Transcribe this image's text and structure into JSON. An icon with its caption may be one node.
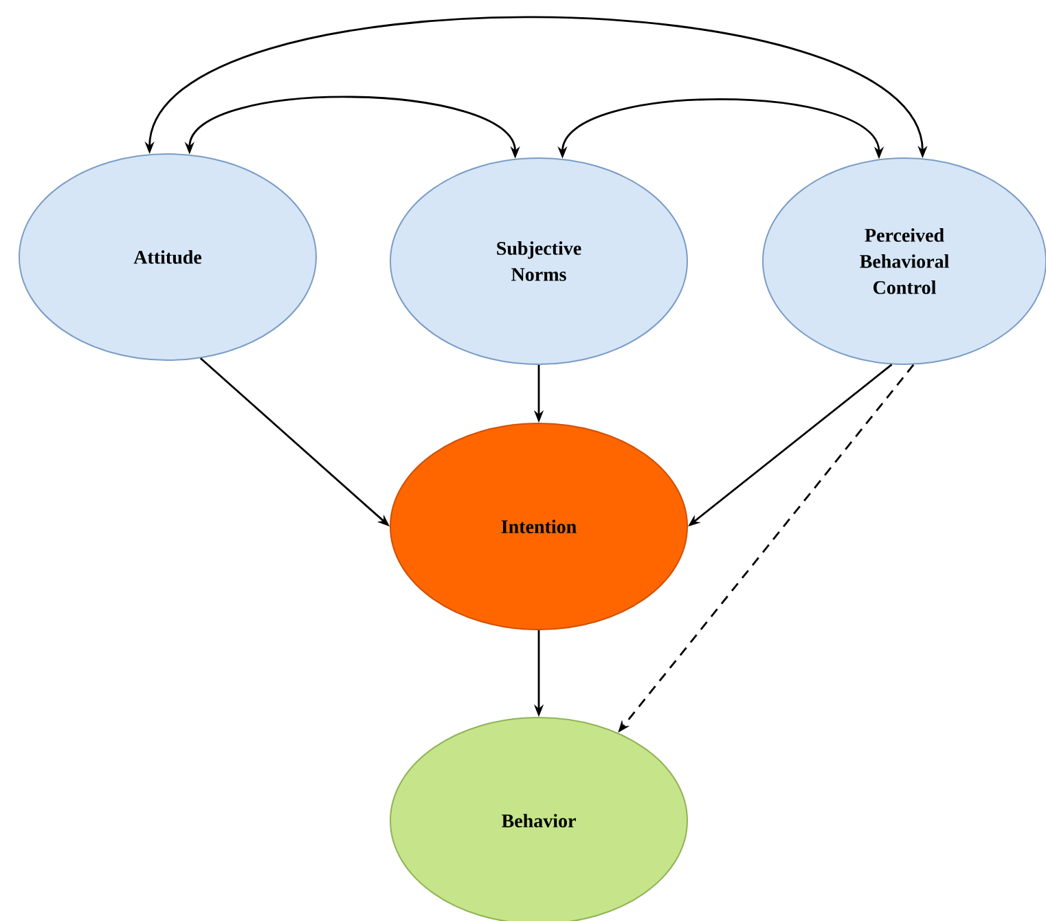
{
  "diagram": {
    "nodes": [
      {
        "text": [
          "Attitude"
        ]
      },
      {
        "text": [
          "Subjective Norms"
        ]
      },
      {
        "text": [
          "Perceived Behavioral Control"
        ]
      },
      {
        "text": [
          "Intention"
        ]
      },
      {
        "text": [
          "Behavior"
        ]
      }
    ],
    "edges": [
      {
        "from": 0,
        "to": 3,
        "arrow": "to"
      },
      {
        "from": 1,
        "to": 3,
        "arrow": "to"
      },
      {
        "from": 2,
        "to": 3,
        "arrow": "to"
      },
      {
        "from": 3,
        "to": 4,
        "arrow": "to"
      },
      {
        "from": 2,
        "to": 4,
        "arrow": "to",
        "style": "dashed"
      },
      {
        "from": 0,
        "to": 1,
        "arrow": "both"
      },
      {
        "from": 1,
        "to": 2,
        "arrow": "both"
      },
      {
        "from": 0,
        "to": 2,
        "arrow": "both"
      }
    ]
  }
}
